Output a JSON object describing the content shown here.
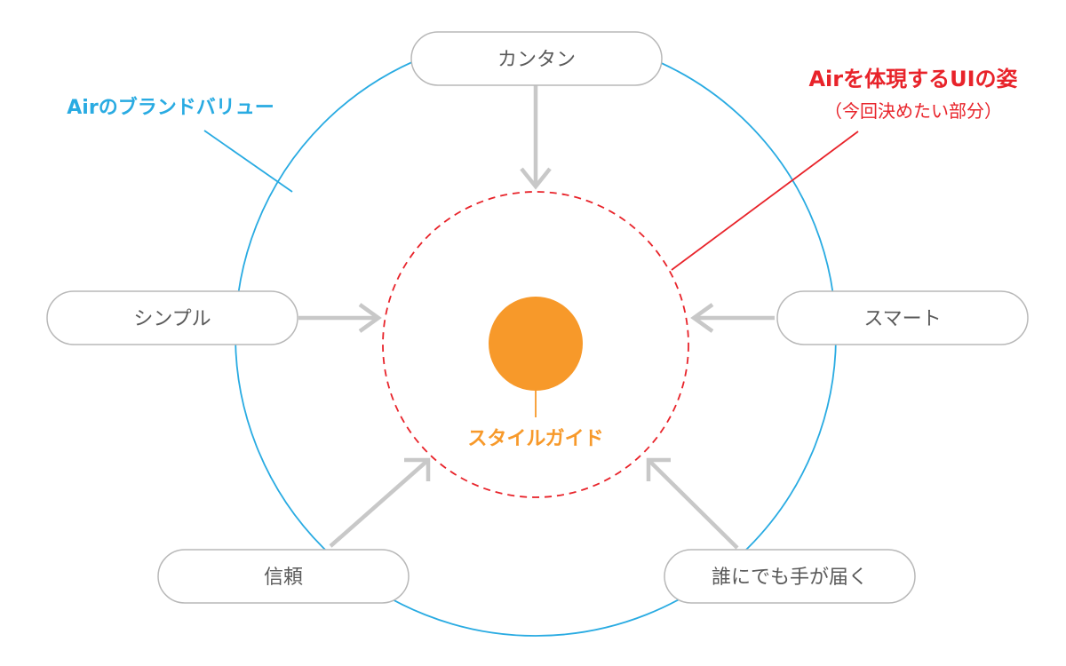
{
  "colors": {
    "brand_circle": "#29abe2",
    "ui_circle": "#e8232a",
    "center_dot": "#f7992a",
    "arrow": "#c8c8c8",
    "pill_border": "#b8b8b8",
    "pill_text": "#5a5a5a"
  },
  "labels": {
    "brand_value": "Airのブランドバリュー",
    "ui_title": "Airを体現するUIの姿",
    "ui_subtitle": "（今回決めたい部分）",
    "center": "スタイルガイド"
  },
  "pills": {
    "top": "カンタン",
    "left": "シンプル",
    "right": "スマート",
    "bottom_left": "信頼",
    "bottom_right": "誰にでも手が届く"
  }
}
